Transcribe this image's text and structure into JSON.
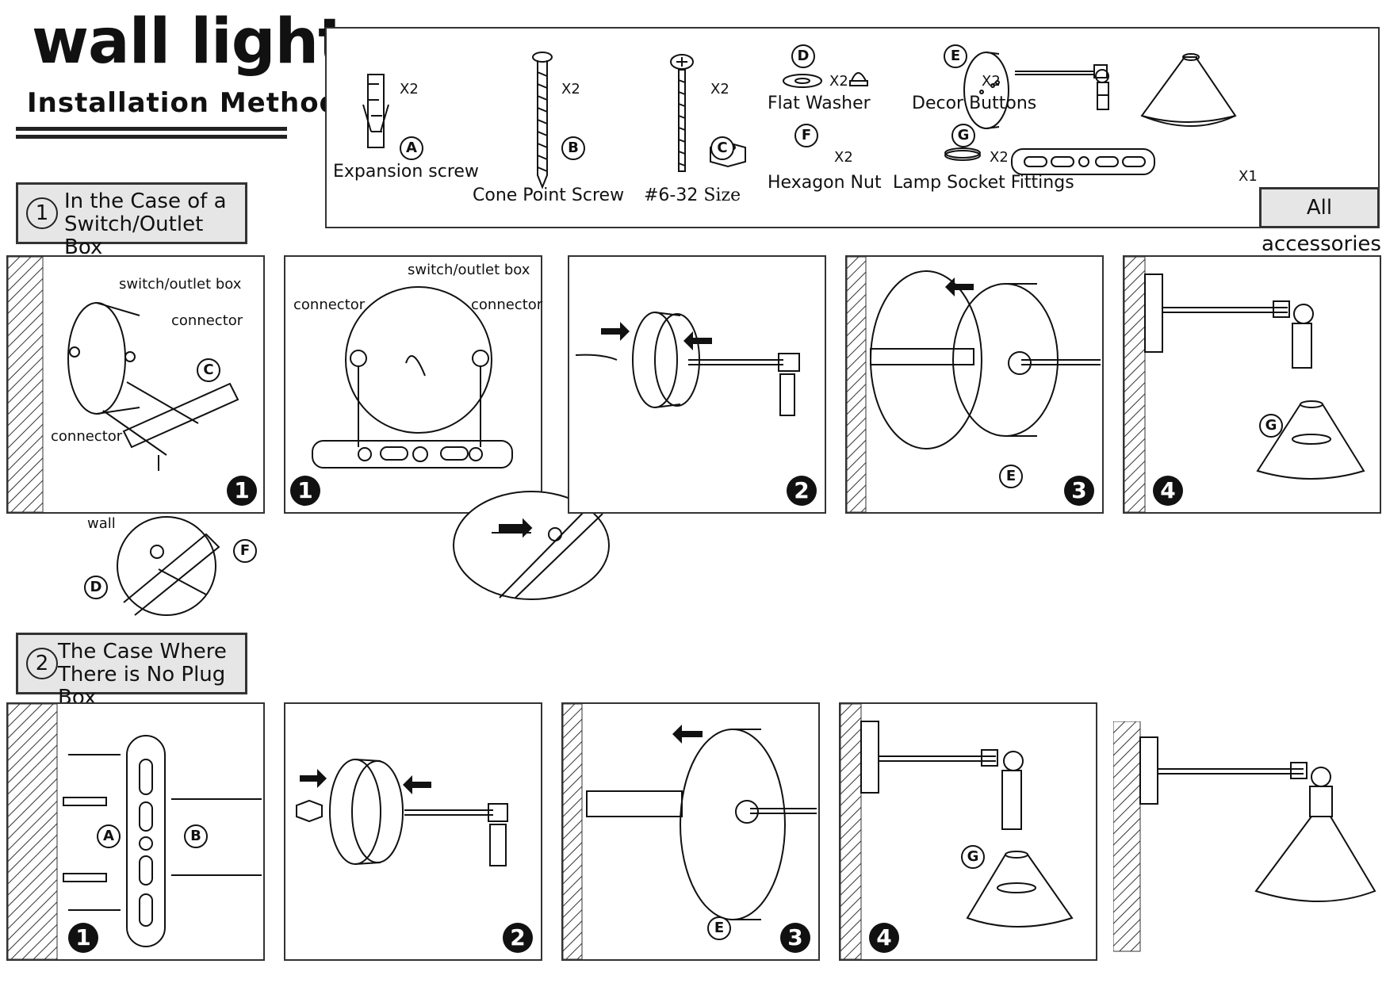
{
  "header": {
    "title": "wall light",
    "subtitle": "Installation Method"
  },
  "case1": {
    "num": "1",
    "line1": "In the Case of a",
    "line2": "Switch/Outlet Box"
  },
  "case2": {
    "num": "2",
    "line1": "The Case Where",
    "line2": "There is No Plug Box"
  },
  "accessories": {
    "label": "All accessories",
    "items": [
      {
        "letter": "A",
        "name": "Expansion screw",
        "qty": "X2"
      },
      {
        "letter": "B",
        "name": "Cone Point Screw",
        "qty": "X2"
      },
      {
        "letter": "C",
        "name": "#6-32",
        "size": "Size",
        "qty": "X2"
      },
      {
        "letter": "D",
        "name": "Flat Washer",
        "qty": "X2"
      },
      {
        "letter": "E",
        "name": "Decor Buttons",
        "qty": "X2"
      },
      {
        "letter": "F",
        "name": "Hexagon Nut",
        "qty": "X2"
      },
      {
        "letter": "G",
        "name": "Lamp Socket Fittings",
        "qty": "X2"
      }
    ],
    "bracket_qty": "X1"
  },
  "labels": {
    "switch_outlet_box": "switch/outlet box",
    "connector": "connector",
    "wall": "wall"
  },
  "steps": {
    "s1": "1",
    "s2": "2",
    "s3": "3",
    "s4": "4"
  },
  "callouts": {
    "A": "A",
    "B": "B",
    "C": "C",
    "D": "D",
    "E": "E",
    "F": "F",
    "G": "G"
  }
}
